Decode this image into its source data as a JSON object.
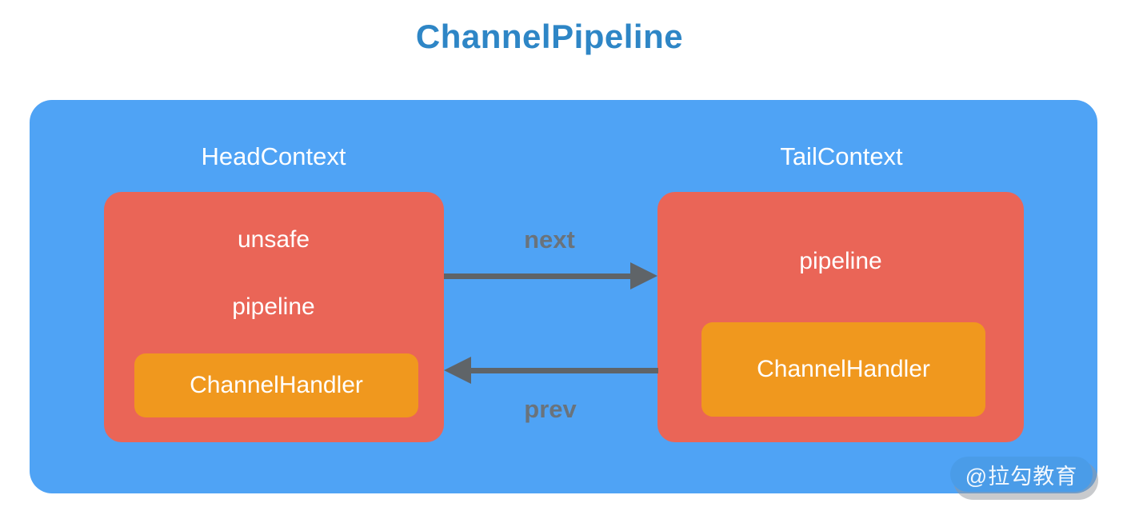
{
  "title": "ChannelPipeline",
  "colors": {
    "title_text": "#2E86C6",
    "pipeline_container": "#4FA3F5",
    "context_box": "#EA6557",
    "handler_box": "#F0981E",
    "arrow": "#5F6468",
    "arrow_label_text": "#6A737B",
    "box_text": "#FFFFFF"
  },
  "container": {
    "head": {
      "label": "HeadContext",
      "fields": [
        "unsafe",
        "pipeline"
      ],
      "handler_label": "ChannelHandler"
    },
    "tail": {
      "label": "TailContext",
      "fields": [
        "pipeline"
      ],
      "handler_label": "ChannelHandler"
    },
    "arrows": {
      "next_label": "next",
      "prev_label": "prev"
    }
  },
  "watermark": {
    "text": "@拉勾教育"
  }
}
